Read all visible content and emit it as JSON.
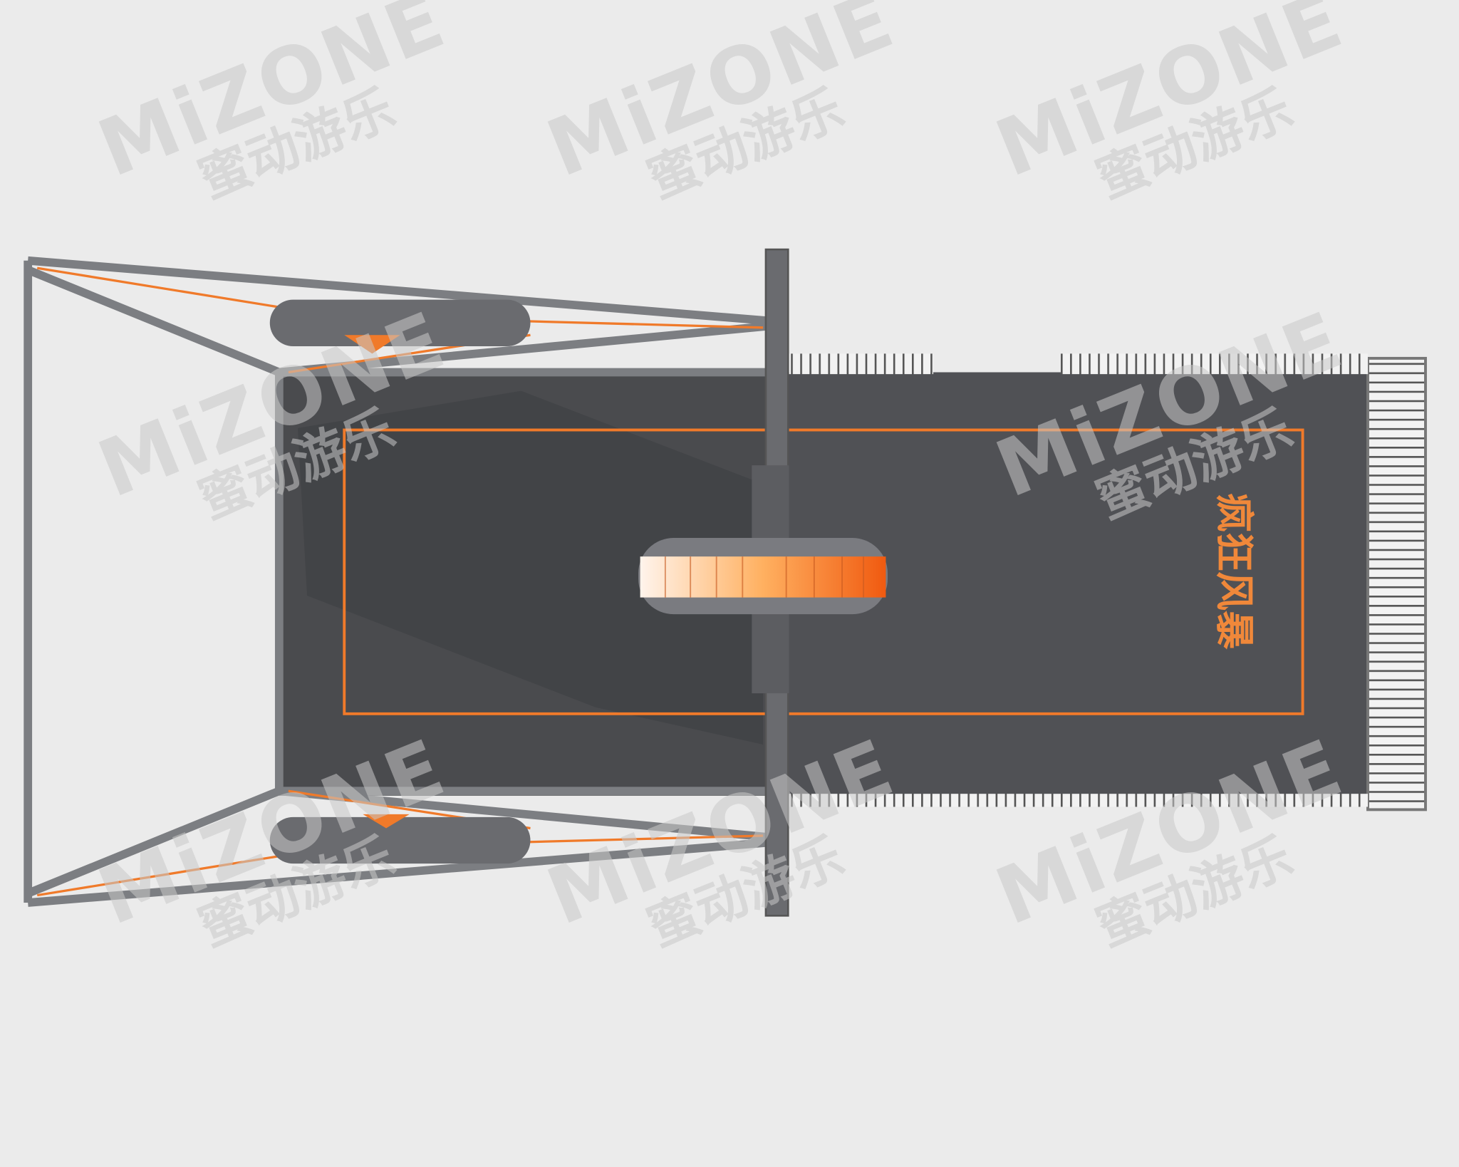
{
  "watermark": {
    "brand": "MiZONE",
    "brand_cn": "蜜动游乐"
  },
  "ride_sign": "疯狂风暴",
  "colors": {
    "background": "#ebebeb",
    "floor": "#4a4b4e",
    "accent": "#f07a2a",
    "frame": "#7c7e82"
  }
}
